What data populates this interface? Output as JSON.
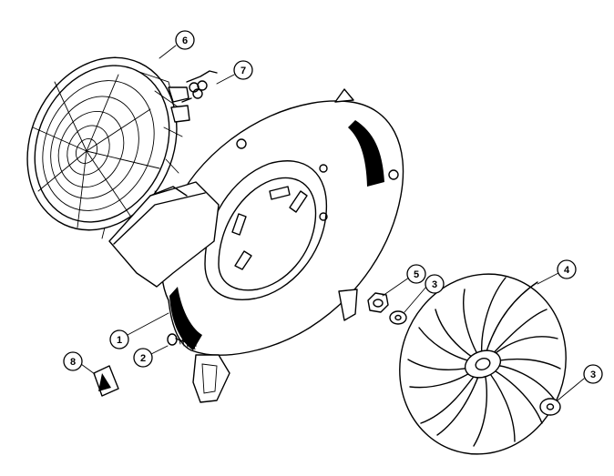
{
  "callouts": {
    "c1": "1",
    "c2": "2",
    "c3a": "3",
    "c3b": "3",
    "c4": "4",
    "c5": "5",
    "c6": "6",
    "c7": "7",
    "c8": "8"
  },
  "parts": [
    {
      "number": "1",
      "name": "fan-housing"
    },
    {
      "number": "2",
      "name": "screw"
    },
    {
      "number": "3",
      "name": "washer"
    },
    {
      "number": "4",
      "name": "fan-wheel"
    },
    {
      "number": "5",
      "name": "nut"
    },
    {
      "number": "6",
      "name": "intake-screen"
    },
    {
      "number": "7",
      "name": "spring"
    },
    {
      "number": "8",
      "name": "warning-label"
    }
  ]
}
